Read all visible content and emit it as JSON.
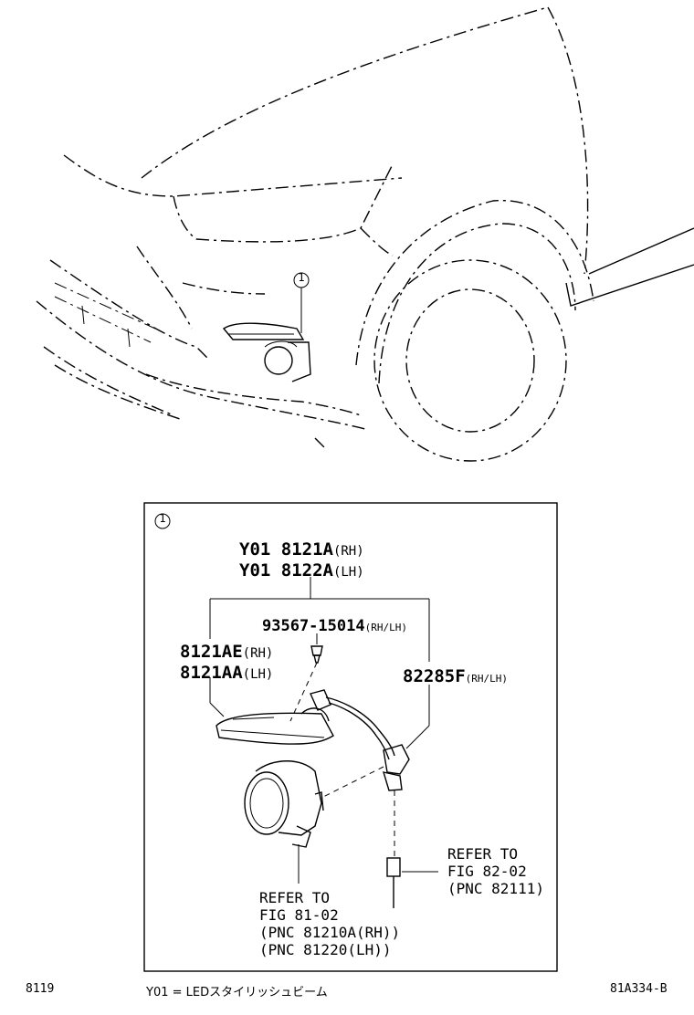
{
  "callout": {
    "marker": "1"
  },
  "detail": {
    "assembly_rh": "Y01 8121A",
    "assembly_rh_side": "(RH)",
    "assembly_lh": "Y01 8122A",
    "assembly_lh_side": "(LH)",
    "bulb_part": "93567-15014",
    "bulb_side": "(RH/LH)",
    "lamp_rh": "8121AE",
    "lamp_rh_side": "(RH)",
    "lamp_lh": "8121AA",
    "lamp_lh_side": "(LH)",
    "wire_part": "82285F",
    "wire_side": "(RH/LH)",
    "refer_wire_1": "REFER TO",
    "refer_wire_2": "FIG 82-02",
    "refer_wire_3": "(PNC 82111)",
    "refer_fog_1": "REFER TO",
    "refer_fog_2": "FIG 81-02",
    "refer_fog_3": "(PNC 81210A(RH))",
    "refer_fog_4": "(PNC 81220(LH))"
  },
  "footer": {
    "page_code": "8119",
    "legend": "Y01 = LEDスタイリッシュビーム",
    "figure_id": "81A334-B"
  }
}
